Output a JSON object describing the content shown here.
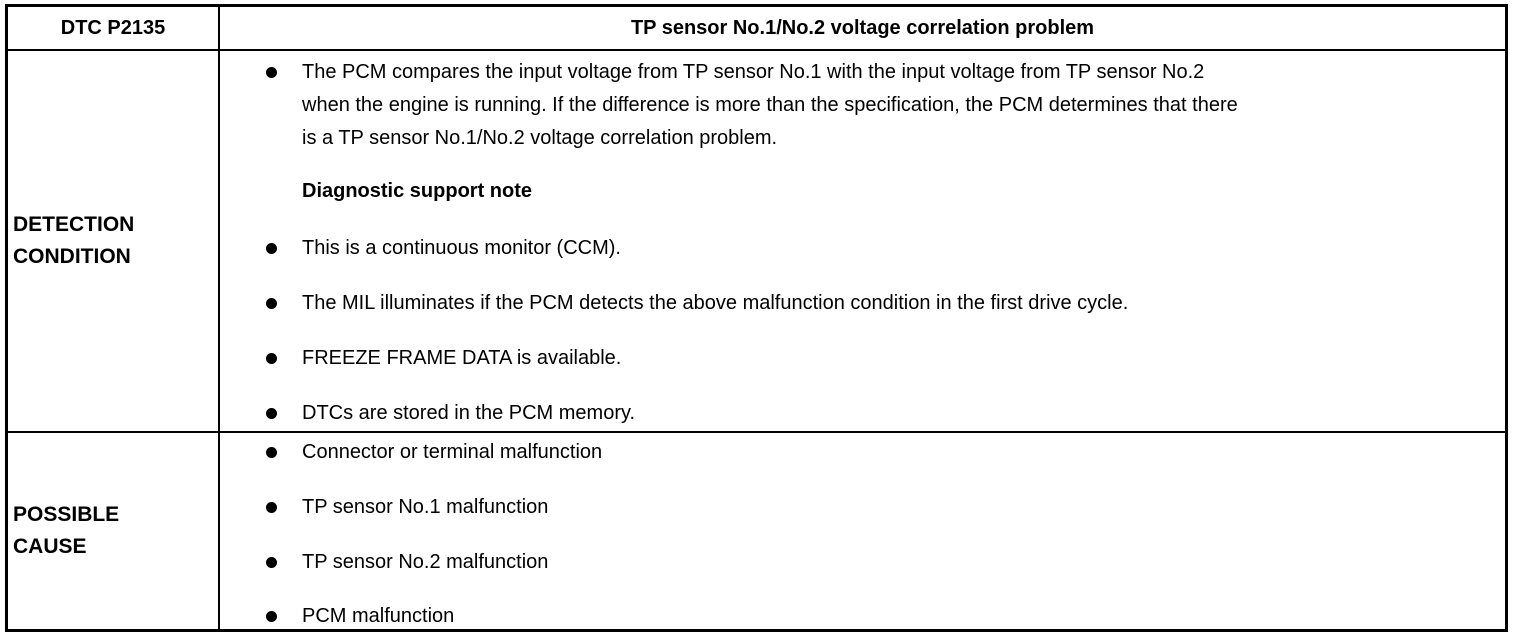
{
  "header": {
    "code": "DTC P2135",
    "title": "TP sensor No.1/No.2 voltage correlation problem"
  },
  "detection": {
    "label_line1": "DETECTION",
    "label_line2": "CONDITION",
    "main_lines": [
      "The PCM compares the input voltage from TP sensor No.1 with the input voltage from TP sensor No.2",
      "when the engine is running. If the difference is more than the specification, the PCM determines that there",
      "is a TP sensor No.1/No.2 voltage correlation problem."
    ],
    "note_heading": "Diagnostic support note",
    "notes": [
      "This is a continuous monitor (CCM).",
      "The MIL illuminates if the PCM detects the above malfunction condition in the first drive cycle.",
      "FREEZE FRAME DATA is available.",
      "DTCs are stored in the PCM memory."
    ]
  },
  "cause": {
    "label_line1": "POSSIBLE",
    "label_line2": "CAUSE",
    "items": [
      "Connector or terminal malfunction",
      "TP sensor No.1 malfunction",
      "TP sensor No.2 malfunction",
      "PCM malfunction"
    ]
  }
}
